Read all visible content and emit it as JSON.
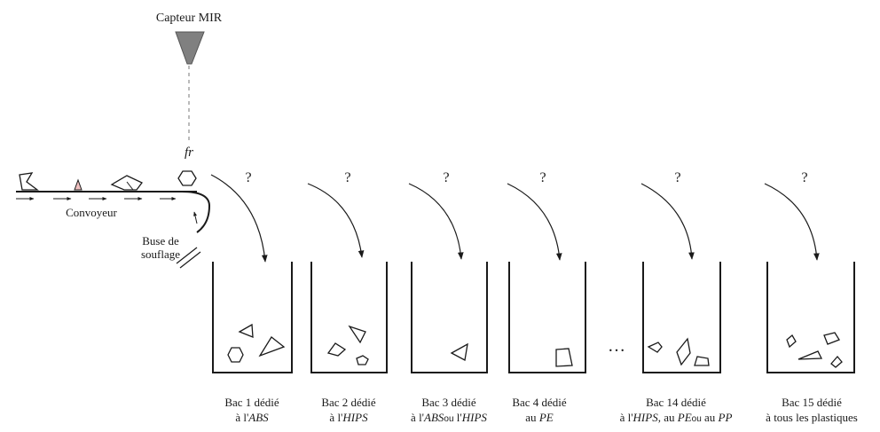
{
  "sensor": {
    "label": "Capteur MIR",
    "signal_label": "fr"
  },
  "conveyor": {
    "label": "Convoyeur"
  },
  "nozzle": {
    "label_line1": "Buse de",
    "label_line2": "souflage"
  },
  "question_mark": "?",
  "ellipsis": "…",
  "bins": [
    {
      "line1": "Bac 1 dédié",
      "line2": [
        {
          "t": "à l'",
          "i": false
        },
        {
          "t": "ABS",
          "i": true
        }
      ]
    },
    {
      "line1": "Bac 2 dédié",
      "line2": [
        {
          "t": "à l'",
          "i": false
        },
        {
          "t": "HIPS",
          "i": true
        }
      ]
    },
    {
      "line1": "Bac 3 dédié",
      "line2": [
        {
          "t": "à l'",
          "i": false
        },
        {
          "t": "ABS",
          "i": true
        },
        {
          "t": "ou",
          "i": false,
          "s": true
        },
        {
          "t": " l'",
          "i": false
        },
        {
          "t": "HIPS",
          "i": true
        }
      ]
    },
    {
      "line1": "Bac 4 dédié",
      "line2": [
        {
          "t": "au ",
          "i": false
        },
        {
          "t": "PE",
          "i": true
        }
      ]
    },
    {
      "line1": "Bac 14 dédié",
      "line2": [
        {
          "t": "à l'",
          "i": false
        },
        {
          "t": "HIPS",
          "i": true
        },
        {
          "t": ", au ",
          "i": false
        },
        {
          "t": "PE",
          "i": true
        },
        {
          "t": "ou",
          "i": false,
          "s": true
        },
        {
          "t": " au ",
          "i": false
        },
        {
          "t": "PP",
          "i": true
        }
      ]
    },
    {
      "line1": "Bac 15 dédié",
      "line2": [
        {
          "t": "à tous les plastiques",
          "i": false
        }
      ]
    }
  ]
}
